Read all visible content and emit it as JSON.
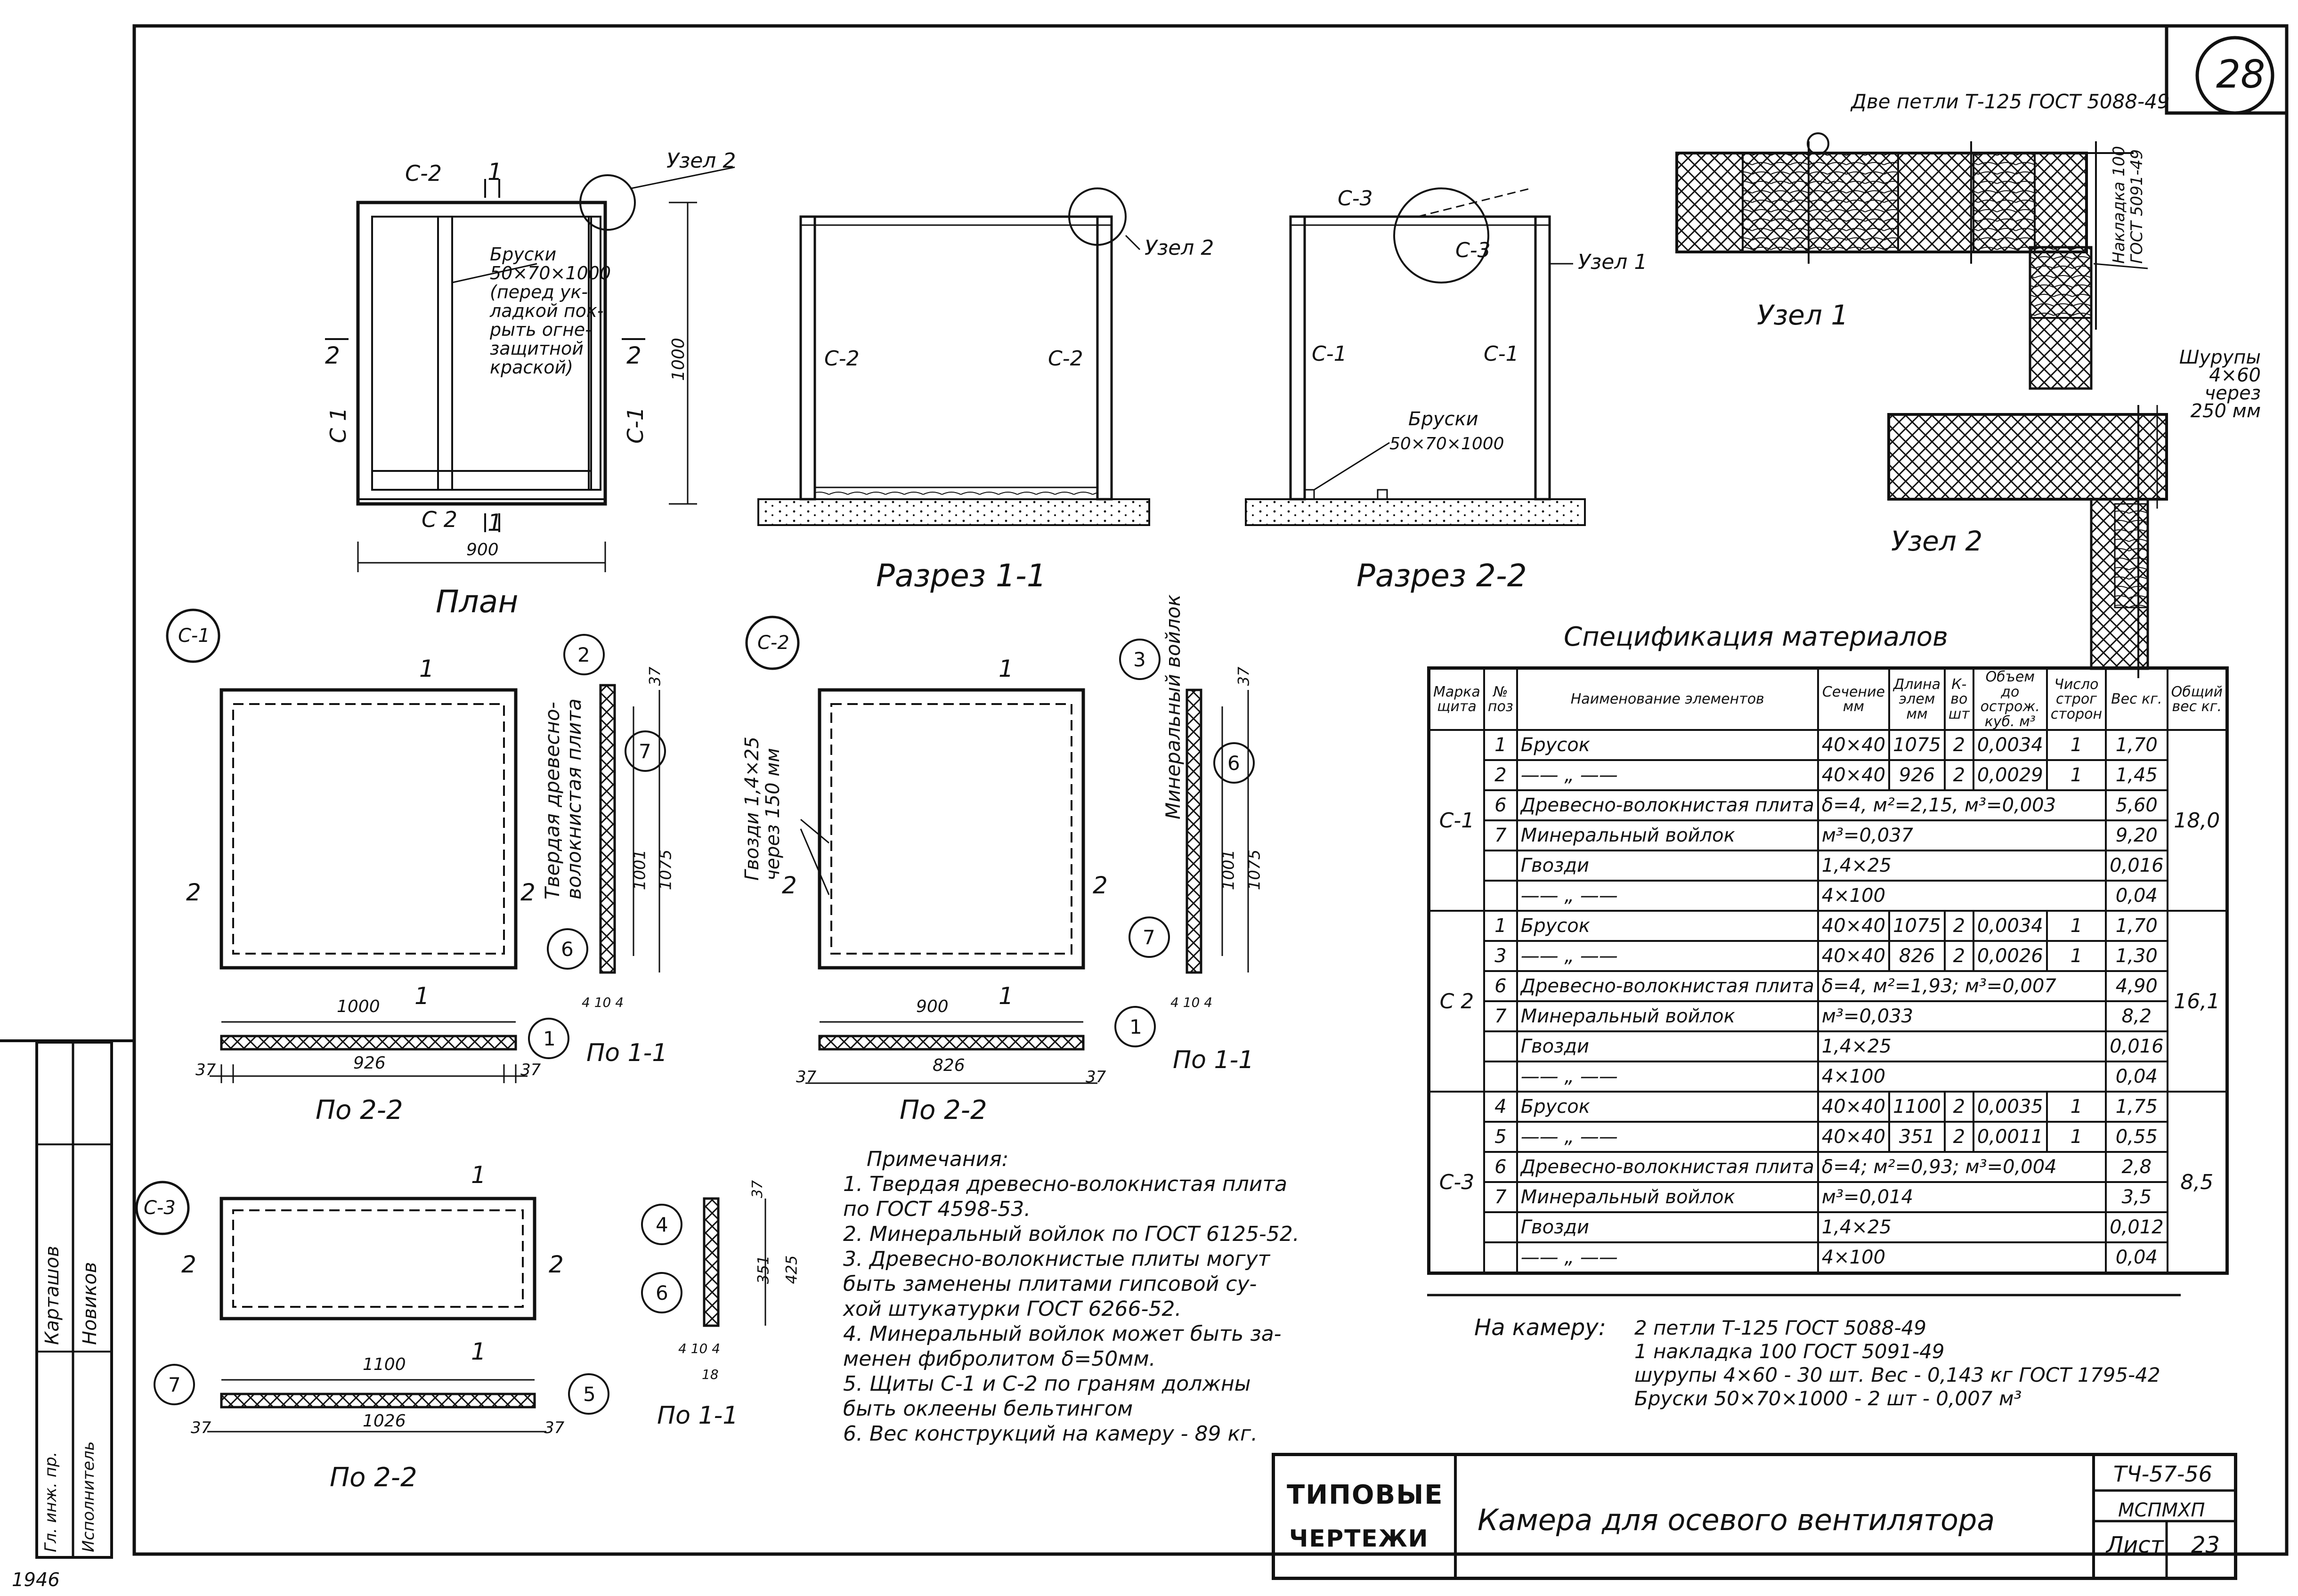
{
  "sheet_number": "28",
  "corner_mark": "1946",
  "drawings": {
    "plan": {
      "title": "План",
      "label_c2_top": "С-2",
      "label_c2_bottom": "С 2",
      "label_c1_left": "С 1",
      "label_c1_right": "С-1",
      "section_mark": "1",
      "node_label": "Узел 2",
      "bars_note_lines": [
        "Бруски",
        "50×70×1000",
        "(перед ук-",
        "ладкой пок-",
        "рыть огне-",
        "защитной",
        "краской)"
      ],
      "dim_width": "900",
      "dim_height": "1000",
      "cut_mark": "2"
    },
    "section_1_1": {
      "title": "Разрез 1-1",
      "label_left": "С-2",
      "label_right": "С-2",
      "node_label": "Узел 2"
    },
    "section_2_2": {
      "title": "Разрез 2-2",
      "label_top": "С-3",
      "label_c3_inner": "С-3",
      "label_left": "С-1",
      "label_right": "С-1",
      "node_label": "Узел 1",
      "bars_label": "Бруски",
      "bars_size": "50×70×1000"
    },
    "node_1": {
      "title": "Узел 1",
      "hinges_note": "Две петли Т-125 ГОСТ 5088-49",
      "plate_note_lines": [
        "Накладка 100",
        "ГОСТ 5091-49"
      ],
      "screws_note_lines": [
        "Шурупы",
        "4×60 через",
        "250 мм"
      ]
    },
    "node_2": {
      "title": "Узел 2"
    },
    "panel_c1": {
      "tag": "С-1",
      "section_mark": "1",
      "cut_mark": "2",
      "vertical_label_lines": [
        "Твердая древесно-",
        "волокнистая плита"
      ],
      "callouts": [
        "2",
        "7",
        "6",
        "1"
      ],
      "dim_width": "1000",
      "dim_inner": "926",
      "dim_edge": "37",
      "dim_v_inner": "1001",
      "dim_v_total": "1075",
      "dim_v_edge": "37",
      "dim_thk": "4  10 4",
      "view_title": "По 2-2",
      "section_title": "По 1-1"
    },
    "panel_c2": {
      "tag": "С-2",
      "section_mark": "1",
      "cut_mark": "2",
      "nails_label_lines": [
        "Гвозди 1,4×25",
        "через 150 мм"
      ],
      "vertical_label": "Минеральный войлок",
      "callouts": [
        "3",
        "6",
        "7",
        "1"
      ],
      "dim_width": "900",
      "dim_inner": "826",
      "dim_edge": "37",
      "dim_v_inner": "1001",
      "dim_v_total": "1075",
      "dim_v_edge": "37",
      "dim_thk": "4  10 4",
      "view_title": "По 2-2",
      "section_title": "По 1-1"
    },
    "panel_c3": {
      "tag": "С-3",
      "section_mark": "1",
      "cut_mark": "2",
      "callouts": [
        "7",
        "5",
        "4",
        "6"
      ],
      "dim_width": "1100",
      "dim_inner": "1026",
      "dim_edge": "37",
      "dim_v_inner": "351",
      "dim_v_total": "425",
      "dim_v_edge": "37",
      "dim_thk": "4  10 4",
      "dim_thk_total": "18",
      "view_title": "По 2-2",
      "section_title": "По 1-1"
    }
  },
  "notes": {
    "title": "Примечания:",
    "items": [
      "1. Твердая древесно-волокнистая плита",
      "    по ГОСТ 4598-53.",
      "2. Минеральный войлок по ГОСТ 6125-52.",
      "3. Древесно-волокнистые плиты могут",
      "    быть заменены плитами гипсовой су-",
      "    хой штукатурки ГОСТ 6266-52.",
      "4. Минеральный войлок может быть за-",
      "    менен фибролитом δ=50мм.",
      "5. Щиты С-1 и С-2 по граням должны",
      "    быть оклеены бельтингом",
      "6. Вес конструкций на камеру - 89 кг."
    ]
  },
  "spec": {
    "title": "Спецификация материалов",
    "headers": [
      "Марка щита",
      "№ поз",
      "Наименование элементов",
      "Сечение мм",
      "Длина элем мм",
      "К-во шт",
      "Объем до острож. куб. м³",
      "Число строг сторон",
      "Вес кг.",
      "Общий вес кг."
    ],
    "groups": [
      {
        "mark": "С-1",
        "total": "18,0",
        "rows": [
          {
            "pos": "1",
            "name": "Брусок",
            "section": "40×40",
            "length": "1075",
            "qty": "2",
            "volume": "0,0034",
            "sides": "1",
            "weight": "1,70"
          },
          {
            "pos": "2",
            "name": "—— „ ——",
            "section": "40×40",
            "length": "926",
            "qty": "2",
            "volume": "0,0029",
            "sides": "1",
            "weight": "1,45"
          },
          {
            "pos": "6",
            "name": "Древесно-волокнистая плита",
            "merged": "δ=4,  м²=2,15,   м³=0,003",
            "weight": "5,60"
          },
          {
            "pos": "7",
            "name": "Минеральный войлок",
            "merged": "м³=0,037",
            "weight": "9,20"
          },
          {
            "pos": "",
            "name": "Гвозди",
            "merged": "1,4×25",
            "weight": "0,016"
          },
          {
            "pos": "",
            "name": "—— „ ——",
            "merged": "4×100",
            "weight": "0,04"
          }
        ]
      },
      {
        "mark": "С 2",
        "total": "16,1",
        "rows": [
          {
            "pos": "1",
            "name": "Брусок",
            "section": "40×40",
            "length": "1075",
            "qty": "2",
            "volume": "0,0034",
            "sides": "1",
            "weight": "1,70"
          },
          {
            "pos": "3",
            "name": "—— „ ——",
            "section": "40×40",
            "length": "826",
            "qty": "2",
            "volume": "0,0026",
            "sides": "1",
            "weight": "1,30"
          },
          {
            "pos": "6",
            "name": "Древесно-волокнистая плита",
            "merged": "δ=4,  м²=1,93;  м³=0,007",
            "weight": "4,90"
          },
          {
            "pos": "7",
            "name": "Минеральный войлок",
            "merged": "м³=0,033",
            "weight": "8,2"
          },
          {
            "pos": "",
            "name": "Гвозди",
            "merged": "1,4×25",
            "weight": "0,016"
          },
          {
            "pos": "",
            "name": "—— „ ——",
            "merged": "4×100",
            "weight": "0,04"
          }
        ]
      },
      {
        "mark": "С-3",
        "total": "8,5",
        "rows": [
          {
            "pos": "4",
            "name": "Брусок",
            "section": "40×40",
            "length": "1100",
            "qty": "2",
            "volume": "0,0035",
            "sides": "1",
            "weight": "1,75"
          },
          {
            "pos": "5",
            "name": "—— „ ——",
            "section": "40×40",
            "length": "351",
            "qty": "2",
            "volume": "0,0011",
            "sides": "1",
            "weight": "0,55"
          },
          {
            "pos": "6",
            "name": "Древесно-волокнистая плита",
            "merged": "δ=4;  м²=0,93;  м³=0,004",
            "weight": "2,8"
          },
          {
            "pos": "7",
            "name": "Минеральный войлок",
            "merged": "м³=0,014",
            "weight": "3,5"
          },
          {
            "pos": "",
            "name": "Гвозди",
            "merged": "1,4×25",
            "weight": "0,012"
          },
          {
            "pos": "",
            "name": "—— „ ——",
            "merged": "4×100",
            "weight": "0,04"
          }
        ]
      }
    ]
  },
  "per_chamber": {
    "label": "На камеру:",
    "lines": [
      "2 петли Т-125 ГОСТ 5088-49",
      "1 накладка 100 ГОСТ 5091-49",
      "шурупы 4×60 - 30 шт. Вес - 0,143 кг  ГОСТ 1795-42",
      "Бруски 50×70×1000 - 2 шт - 0,007 м³"
    ]
  },
  "title_block": {
    "left_line1": "ТИПОВЫЕ",
    "left_line2": "ЧЕРТЕЖИ",
    "title": "Камера для осевого вентилятора",
    "code": "ТЧ-57-56",
    "org": "МСПМХП",
    "sheet_label": "Лист",
    "sheet_no": "23"
  },
  "side_stamp": {
    "row1_role": "Гл. инж. пр.",
    "row1_name": "Карташов",
    "row2_role": "Исполнитель",
    "row2_name": "Новиков"
  }
}
